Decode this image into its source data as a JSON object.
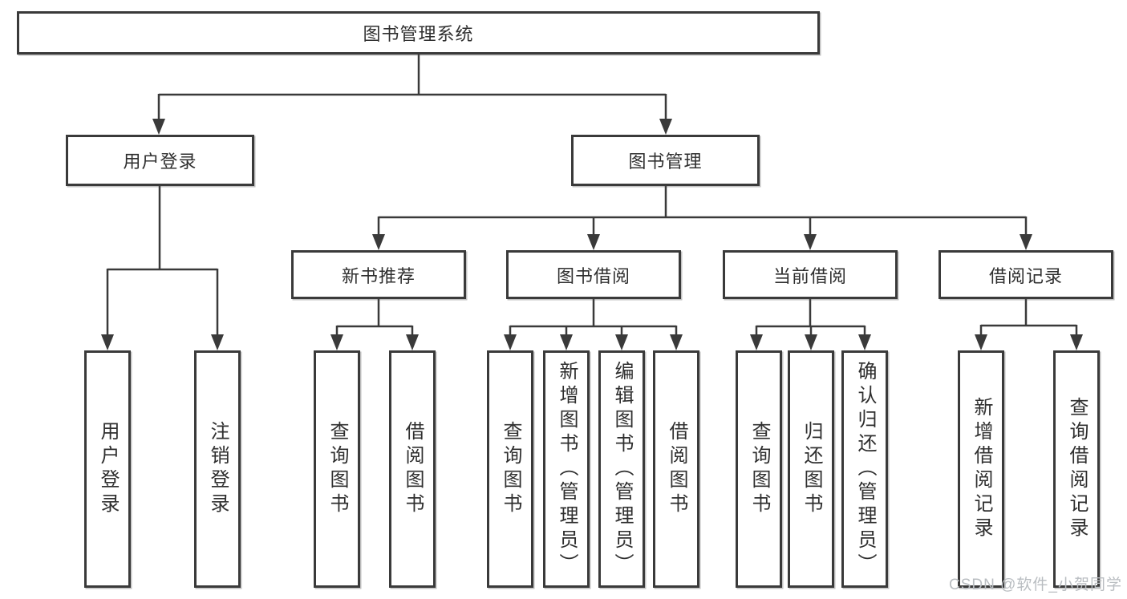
{
  "diagram": {
    "root": "图书管理系统",
    "level2": [
      "用户登录",
      "图书管理"
    ],
    "level3": [
      "新书推荐",
      "图书借阅",
      "当前借阅",
      "借阅记录"
    ],
    "leaves_user": [
      "用户登录",
      "注销登录"
    ],
    "leaves_newbook": [
      "查询图书",
      "借阅图书"
    ],
    "leaves_borrow": [
      "查询图书",
      "新增图书（管理员）",
      "编辑图书（管理员）",
      "借阅图书"
    ],
    "leaves_current": [
      "查询图书",
      "归还图书",
      "确认归还（管理员）"
    ],
    "leaves_records": [
      "新增借阅记录",
      "查询借阅记录"
    ],
    "watermark": "CSDN @软件_小贺同学"
  },
  "colors": {
    "line": "#3a3a3a",
    "border": "#3a3a3a",
    "text": "#2f2f2f",
    "watermark": "#b9bdc1",
    "background": "#ffffff"
  }
}
